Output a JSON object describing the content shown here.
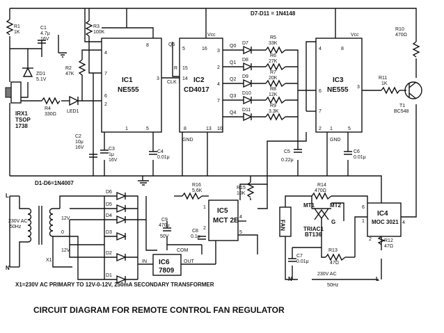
{
  "caption": "CIRCUIT DIAGRAM FOR REMOTE CONTROL FAN REGULATOR",
  "notes": {
    "diodes_top": "D7-D11 = 1N4148",
    "diodes_bottom": "D1-D6=1N4007",
    "transformer": "X1=230V AC PRIMARY TO 12V-0-12V, 250mA SECONDARY TRANSFORMER",
    "vcc": "Vcc",
    "gnd": "GND",
    "clk": "CLK"
  },
  "ics": {
    "ic1": {
      "name": "IC1",
      "part": "NE555"
    },
    "ic2": {
      "name": "IC2",
      "part": "CD4017"
    },
    "ic3": {
      "name": "IC3",
      "part": "NE555"
    },
    "ic4": {
      "name": "IC4",
      "part": "MOC 3021"
    },
    "ic5": {
      "name": "IC5",
      "part": "MCT 2E"
    },
    "ic6": {
      "name": "IC6",
      "part": "7809"
    }
  },
  "ic6_pins": {
    "in": "IN",
    "com": "COM",
    "out": "OUT"
  },
  "components": {
    "r1": [
      "R1",
      "1K"
    ],
    "c1": [
      "C1",
      "4.7μ",
      "16V"
    ],
    "zd1": [
      "ZD1",
      "5.1V"
    ],
    "r2": [
      "R2",
      "47K"
    ],
    "r3": [
      "R3",
      "100K"
    ],
    "r4": [
      "R4",
      "330Ω"
    ],
    "led1": "LED1",
    "irx1": [
      "IRX1",
      "TSOP",
      "1738"
    ],
    "c2": [
      "C2",
      "10μ",
      "16V"
    ],
    "c3": [
      "C3",
      "1μ",
      "16V"
    ],
    "c4": [
      "C4",
      "0.01μ"
    ],
    "r5": [
      "R5",
      "33K"
    ],
    "r6": [
      "R6",
      "27K"
    ],
    "r7": [
      "R7",
      "20K"
    ],
    "r8": [
      "R8",
      "12K"
    ],
    "r9": [
      "R9",
      "3.3K"
    ],
    "c5": [
      "C5",
      "0.22μ"
    ],
    "c6": [
      "C6",
      "0.01μ"
    ],
    "r10": [
      "R10",
      "470Ω"
    ],
    "r11": [
      "R11",
      "1K"
    ],
    "t1": [
      "T1",
      "BC548"
    ],
    "r16": [
      "R16",
      "5.6K"
    ],
    "r15": [
      "R15",
      "10K"
    ],
    "r14": [
      "R14",
      "470Ω"
    ],
    "r13": [
      "R13",
      "47Ω"
    ],
    "r12": [
      "R12",
      "47Ω"
    ],
    "c7": [
      "C7",
      "0.01μ"
    ],
    "c8": [
      "C8",
      "0.1μ"
    ],
    "c9": [
      "C9",
      "470μ",
      "50V"
    ],
    "triac": [
      "TRIAC1",
      "BT136"
    ],
    "fan": "FAN",
    "x1": "X1",
    "mains_left": [
      "230V AC",
      "50Hz"
    ],
    "mains_bottom": [
      "230V AC",
      "50Hz"
    ]
  },
  "diodes": {
    "top": [
      "D7",
      "D8",
      "D9",
      "D10",
      "D11"
    ],
    "bottom": [
      "D6",
      "D5",
      "D4",
      "D3",
      "D2",
      "D1"
    ]
  },
  "q_outputs": [
    "Q0",
    "Q1",
    "Q2",
    "Q3",
    "Q4"
  ],
  "terminals": {
    "l": "L",
    "n": "N",
    "twelve_a": "12V",
    "zero": "0",
    "twelve_b": "12V",
    "mt1": "MT1",
    "mt2": "MT2",
    "g": "G"
  },
  "pins": {
    "ic1": [
      "4",
      "8",
      "7",
      "6",
      "2",
      "3",
      "1",
      "5"
    ],
    "ic2": [
      "5",
      "16",
      "3",
      "2",
      "4",
      "7",
      "15",
      "10",
      "14",
      "8",
      "13"
    ],
    "ic3": [
      "4",
      "8",
      "6",
      "7",
      "2",
      "1",
      "5",
      "3"
    ],
    "ic4": [
      "1",
      "2",
      "6",
      "4"
    ],
    "ic5": [
      "1",
      "2",
      "4",
      "5"
    ],
    "q6": "Q6",
    "r": "R"
  }
}
